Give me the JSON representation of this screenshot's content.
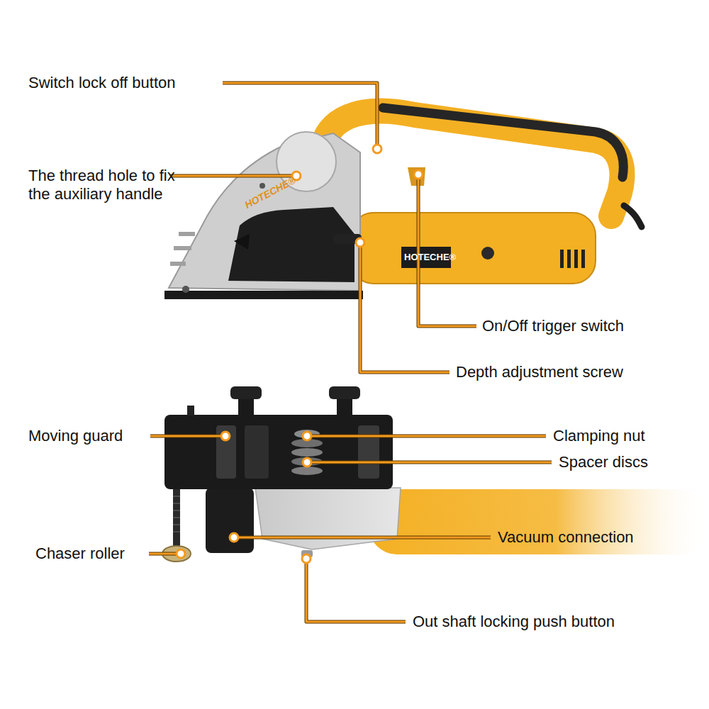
{
  "diagram": {
    "labels": [
      "Switch lock off button",
      "The thread hole to fix the auxiliary handle",
      "On/Off trigger switch",
      "Depth adjustment screw",
      "Moving guard",
      "Clamping nut",
      "Spacer discs",
      "Vacuum connection",
      "Chaser roller",
      "Out shaft locking push button",
      "HOTECHE®",
      "HOTECHE®"
    ]
  }
}
